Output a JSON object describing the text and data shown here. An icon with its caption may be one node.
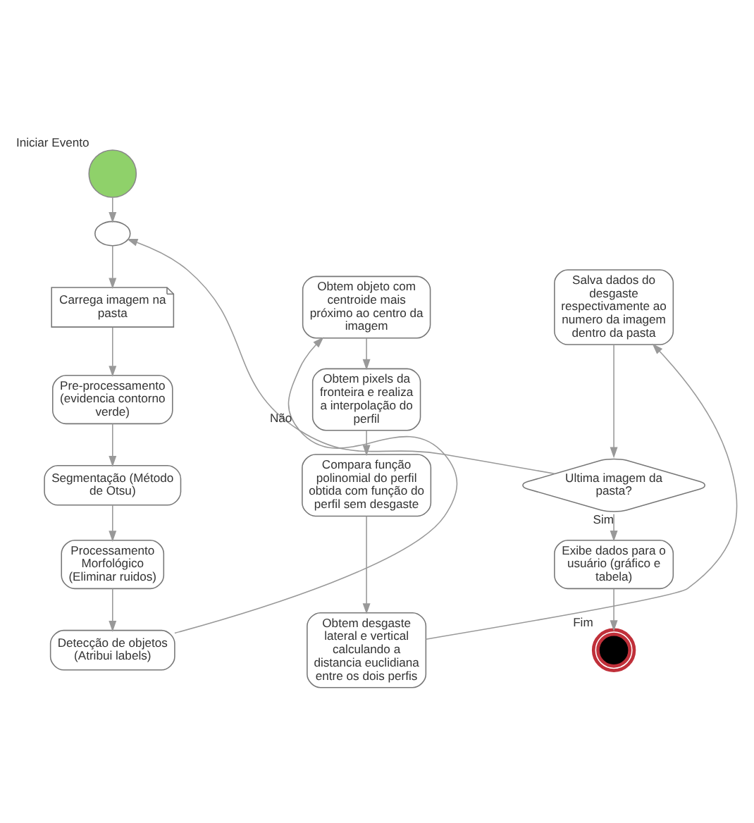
{
  "diagram": {
    "nodes": [
      {
        "text": [
          "Iniciar Evento"
        ]
      },
      {
        "text": [],
        "shape": "circle"
      },
      {
        "text": [
          "Carrega imagem na pasta"
        ]
      },
      {
        "text": [
          "Pre-processamento (evidencia contorno verde)"
        ]
      },
      {
        "text": [
          "Segmentação (Método de Otsu)"
        ]
      },
      {
        "text": [
          "Processamento Morfológico (Eliminar ruidos)"
        ]
      },
      {
        "text": [
          "Detecção de objetos (Atribui labels)"
        ]
      },
      {
        "text": [
          "Obtem objeto com centroide mais próximo ao centro da imagem"
        ]
      },
      {
        "text": [
          "Obtem pixels da fronteira e realiza a interpolação do perfil"
        ]
      },
      {
        "text": [
          "Compara função polinomial do perfil obtida com função do perfil sem desgaste"
        ]
      },
      {
        "text": [
          "Obtem desgaste lateral e vertical calculando a distancia euclidiana entre os dois perfis"
        ]
      },
      {
        "text": [
          "Salva dados do desgaste respectivamente ao numero da imagem dentro da pasta"
        ]
      },
      {
        "text": [
          "Ultima imagem da pasta?"
        ]
      },
      {
        "text": [
          "Exibe dados para o usuário (gráfico e tabela)"
        ]
      },
      {
        "text": [
          "Fim"
        ]
      }
    ],
    "edges": [
      {
        "from": 0,
        "to": 1,
        "arrow": "to"
      },
      {
        "from": 1,
        "to": 2,
        "arrow": "to"
      },
      {
        "from": 2,
        "to": 3,
        "arrow": "to"
      },
      {
        "from": 3,
        "to": 4,
        "arrow": "to"
      },
      {
        "from": 4,
        "to": 5,
        "arrow": "to"
      },
      {
        "from": 5,
        "to": 6,
        "arrow": "to"
      },
      {
        "from": 6,
        "to": 7,
        "arrow": "to"
      },
      {
        "from": 7,
        "to": 8,
        "arrow": "to"
      },
      {
        "from": 8,
        "to": 9,
        "arrow": "to"
      },
      {
        "from": 9,
        "to": 10,
        "arrow": "to"
      },
      {
        "from": 10,
        "to": 11,
        "arrow": "to"
      },
      {
        "from": 11,
        "to": 12,
        "arrow": "to"
      },
      {
        "from": 12,
        "to": 1,
        "label": "Não",
        "arrow": "to"
      },
      {
        "from": 12,
        "to": 13,
        "label": "Sim",
        "arrow": "to"
      },
      {
        "from": 13,
        "to": 14,
        "arrow": "to"
      }
    ]
  }
}
